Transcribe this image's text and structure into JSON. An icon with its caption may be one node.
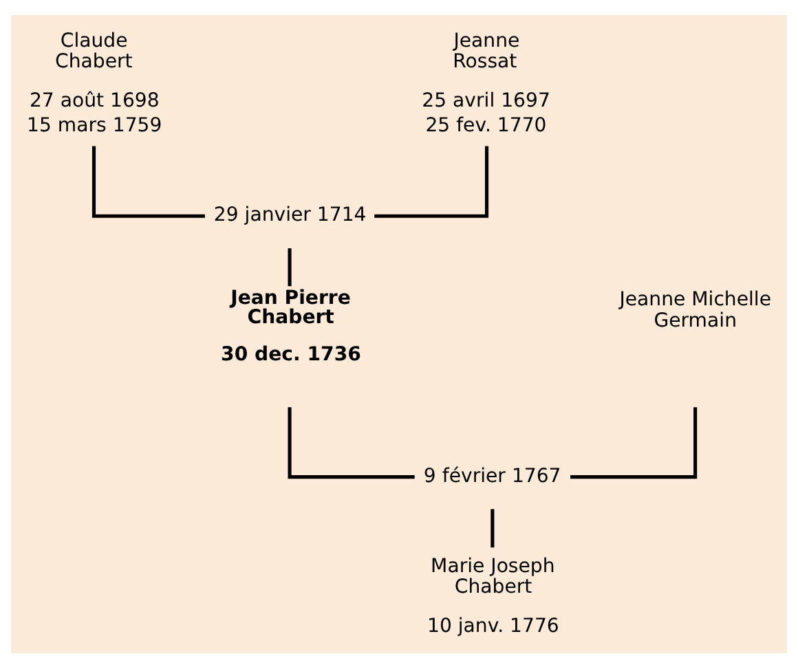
{
  "diagram": {
    "nodes": [
      {
        "text": [
          "Claude Chabert",
          "27 août 1698",
          "15 mars 1759"
        ]
      },
      {
        "text": [
          "Jeanne Rossat",
          "25 avril 1697",
          "25 fev. 1770"
        ]
      },
      {
        "text": [
          "29 janvier 1714"
        ]
      },
      {
        "text": [
          "Jean Pierre Chabert",
          "30 dec. 1736"
        ]
      },
      {
        "text": [
          "Jeanne Michelle Germain"
        ]
      },
      {
        "text": [
          "9 février 1767"
        ]
      },
      {
        "text": [
          "Marie Joseph Chabert",
          "10 janv. 1776"
        ]
      }
    ],
    "edges": [
      {
        "from": 0,
        "to": 2,
        "arrow": "none"
      },
      {
        "from": 1,
        "to": 2,
        "arrow": "none"
      },
      {
        "from": 2,
        "to": 3,
        "arrow": "none"
      },
      {
        "from": 3,
        "to": 5,
        "arrow": "none"
      },
      {
        "from": 4,
        "to": 5,
        "arrow": "none"
      },
      {
        "from": 5,
        "to": 6,
        "arrow": "none"
      }
    ]
  }
}
